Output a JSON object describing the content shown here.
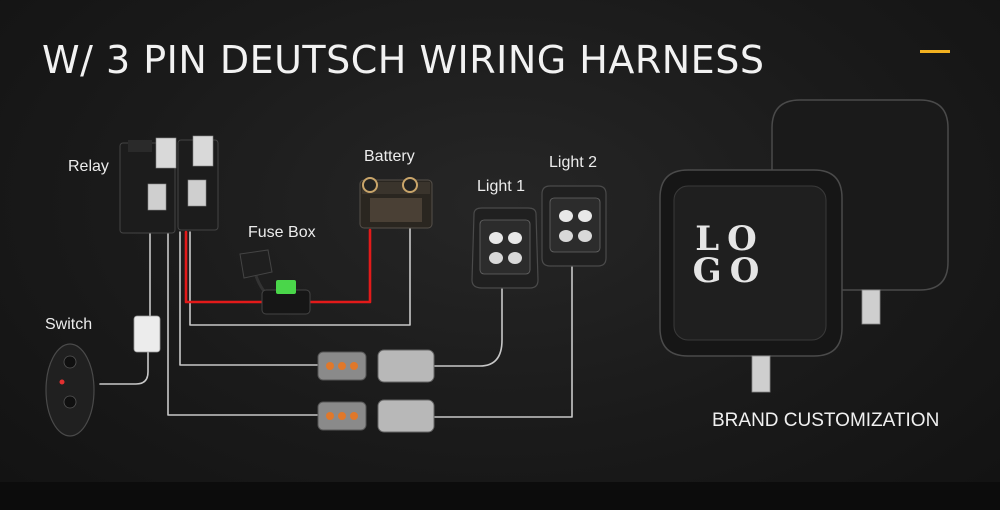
{
  "title": "W/ 3 PIN DEUTSCH WIRING HARNESS",
  "labels": {
    "relay": "Relay",
    "battery": "Battery",
    "fuse_box": "Fuse Box",
    "light_1": "Light 1",
    "light_2": "Light 2",
    "switch": "Switch"
  },
  "logo_text": {
    "line1": "LO",
    "line2": "GO"
  },
  "brand_caption": "BRAND CUSTOMIZATION",
  "colors": {
    "accent": "#f2b120",
    "wire_positive": "#e31a1a",
    "wire_ground": "#c8c8c8",
    "connector_orange": "#e0782a",
    "fuse_green": "#4ad64a",
    "switch_led": "#e33030"
  }
}
